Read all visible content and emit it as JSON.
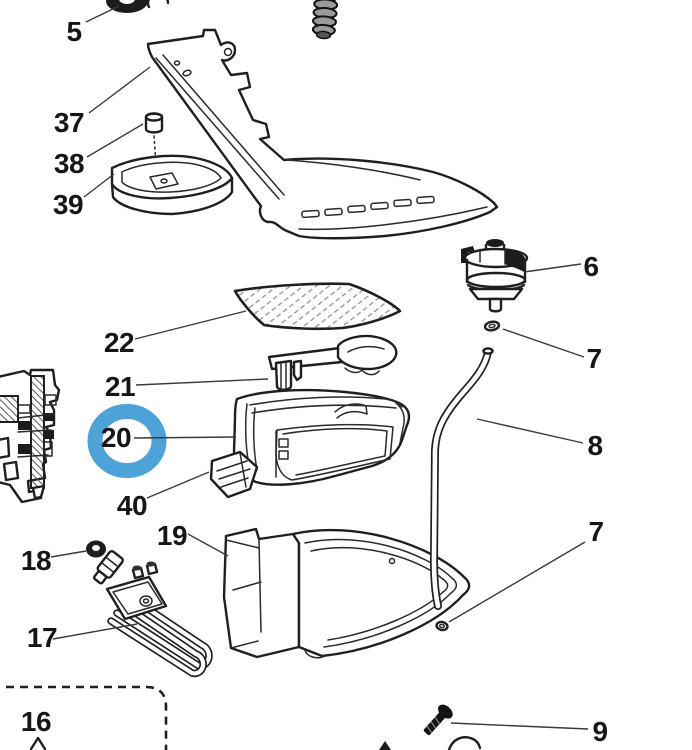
{
  "diagram": {
    "type": "exploded-parts-diagram",
    "description": "Appliance dispenser exploded parts view with numbered callouts",
    "background_color": "#ffffff",
    "line_color": "#1f1f1f",
    "leader_color": "#3a3a3a",
    "highlight": {
      "part_label": "20",
      "ring_color": "#4da3d7",
      "center_fill": "#ffffff"
    },
    "callouts": [
      {
        "label": "5"
      },
      {
        "label": "37"
      },
      {
        "label": "38"
      },
      {
        "label": "39"
      },
      {
        "label": "22"
      },
      {
        "label": "21"
      },
      {
        "label": "20"
      },
      {
        "label": "40"
      },
      {
        "label": "18"
      },
      {
        "label": "19"
      },
      {
        "label": "17"
      },
      {
        "label": "16"
      },
      {
        "label": "6"
      },
      {
        "label": "7"
      },
      {
        "label": "8"
      },
      {
        "label": "7"
      },
      {
        "label": "9"
      }
    ]
  }
}
